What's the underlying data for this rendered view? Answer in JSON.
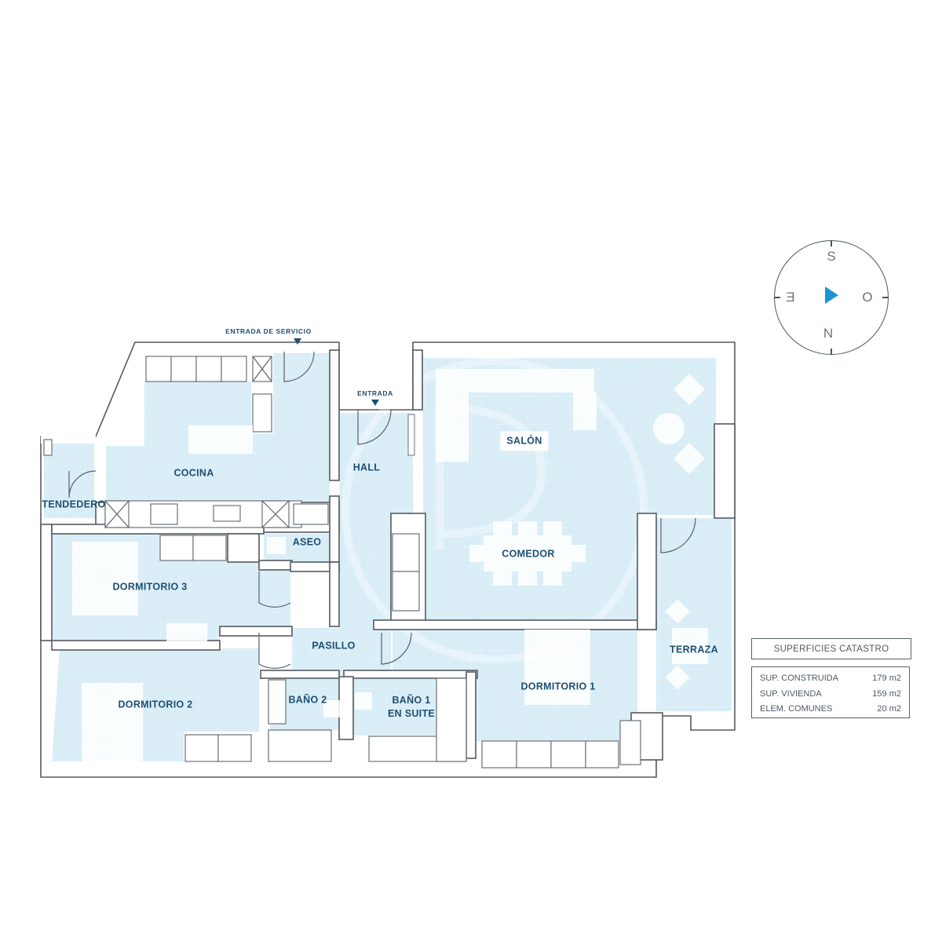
{
  "floorplan": {
    "rooms": {
      "cocina": "COCINA",
      "tendedero": "TENDEDERO",
      "hall": "HALL",
      "salon": "SALÓN",
      "comedor": "COMEDOR",
      "aseo": "ASEO",
      "dormitorio3": "DORMITORIO 3",
      "pasillo": "PASILLO",
      "dormitorio2": "DORMITORIO 2",
      "bano2": "BAÑO 2",
      "bano1_line1": "BAÑO 1",
      "bano1_line2": "EN SUITE",
      "dormitorio1": "DORMITORIO 1",
      "terraza": "TERRAZA"
    },
    "entrances": {
      "service": "ENTRADA DE SERVICIO",
      "main": "ENTRADA"
    },
    "icons": {
      "entrance_marker": "triangle-down-icon",
      "compass_needle": "triangle-right-icon"
    }
  },
  "compass": {
    "top": "S",
    "left": "E",
    "right": "O",
    "bottom": "N",
    "needle_color": "#1b96d4"
  },
  "surfaces": {
    "title": "SUPERFICIES CATASTRO",
    "rows": [
      {
        "label": "SUP. CONSTRUIDA",
        "value": "179 m2"
      },
      {
        "label": "SUP. VIVIENDA",
        "value": "159 m2"
      },
      {
        "label": "ELEM. COMUNES",
        "value": "20 m2"
      }
    ]
  },
  "colors": {
    "floor": "#d9edf7",
    "label": "#1d4f72",
    "wall": "#555a60"
  }
}
